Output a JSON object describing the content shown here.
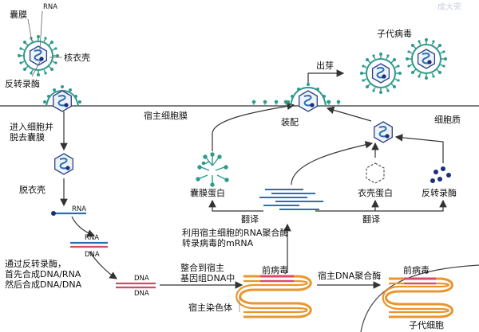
{
  "watermark": "成大荣",
  "labels": {
    "envelope": "囊膜",
    "rna": "RNA",
    "capsid": "核衣壳",
    "reverse_transcriptase": "反转录酶",
    "host_membrane": "宿主细胞膜",
    "enter_cell": "进入细胞并\n脱去囊膜",
    "uncoating": "脱衣壳",
    "rna_small": "RNA",
    "rna_small_2": "RNA",
    "dna_small": "DNA",
    "reverse_transcription_note": "通过反转录酶，\n首先合成DNA/RNA\n然后合成DNA/DNA",
    "dna_a": "DNA",
    "dna_b": "DNA",
    "integrate": "整合到宿主\n基因组DNA中",
    "provirus": "前病毒",
    "host_chromosome": "宿主染色体",
    "host_dna_polymerase": "宿主DNA聚合酶",
    "provirus_2": "前病毒",
    "daughter_cell": "子代细胞",
    "rna_polymerase_note": "利用宿主细胞的RNA聚合酶\n转录病毒的mRNA",
    "translation_left": "翻译",
    "translation_right": "翻译",
    "envelope_protein": "囊膜蛋白",
    "capsid_protein": "衣壳蛋白",
    "reverse_transcriptase_2": "反转录酶",
    "assembly": "装配",
    "budding": "出芽",
    "progeny_virus": "子代病毒",
    "cytoplasm": "细胞质"
  },
  "colors": {
    "rna": "#2b6fb5",
    "dna": "#d94a6a",
    "virus_outline": "#2f9a8c",
    "spike": "#2f9a8c",
    "enzyme": "#1c2f7a",
    "chromosome": "#e9962e",
    "membrane": "#555555"
  }
}
